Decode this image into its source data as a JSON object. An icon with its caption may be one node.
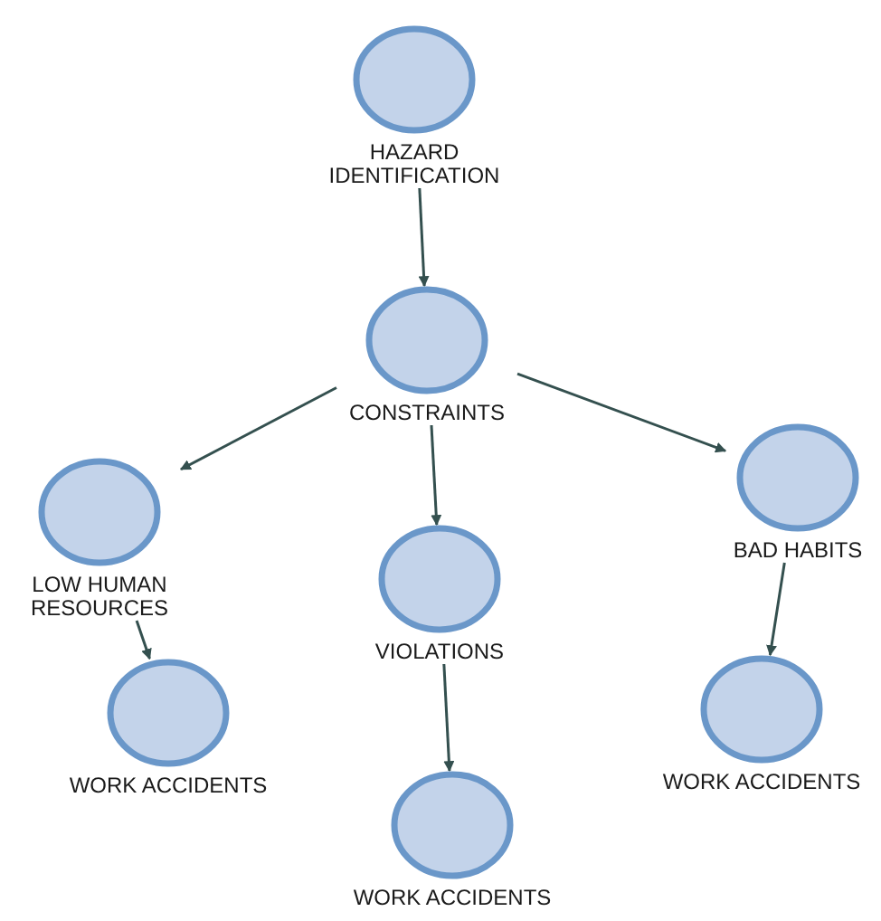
{
  "diagram": {
    "nodes": [
      {
        "text": [
          "HAZARD IDENTIFICATION"
        ]
      },
      {
        "text": [
          "CONSTRAINTS"
        ]
      },
      {
        "text": [
          "LOW HUMAN RESOURCES"
        ]
      },
      {
        "text": [
          "VIOLATIONS"
        ]
      },
      {
        "text": [
          "BAD HABITS"
        ]
      },
      {
        "text": [
          "WORK ACCIDENTS"
        ]
      },
      {
        "text": [
          "WORK ACCIDENTS"
        ]
      },
      {
        "text": [
          "WORK ACCIDENTS"
        ]
      }
    ],
    "edges": [
      {
        "from": 0,
        "to": 1,
        "arrow": "to"
      },
      {
        "from": 1,
        "to": 2,
        "arrow": "to"
      },
      {
        "from": 1,
        "to": 3,
        "arrow": "to"
      },
      {
        "from": 1,
        "to": 4,
        "arrow": "to"
      },
      {
        "from": 2,
        "to": 5,
        "arrow": "to"
      },
      {
        "from": 3,
        "to": 6,
        "arrow": "to"
      },
      {
        "from": 4,
        "to": 7,
        "arrow": "to"
      }
    ]
  }
}
